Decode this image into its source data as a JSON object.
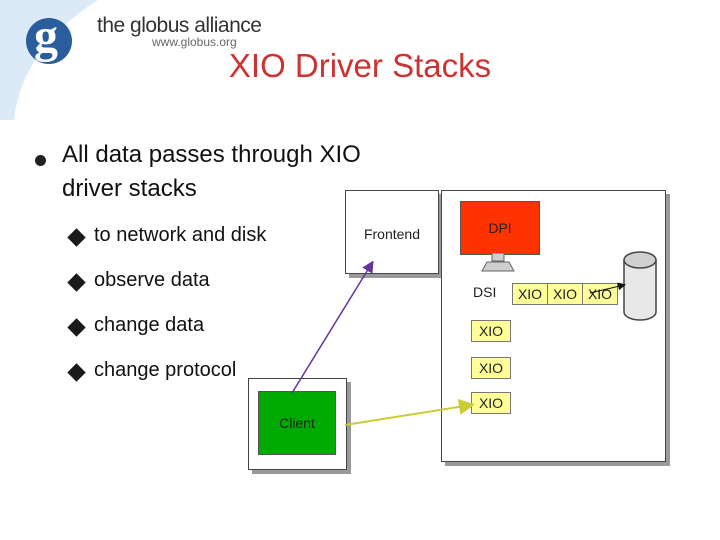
{
  "header": {
    "logo_letter": "g",
    "logo_title": "the globus alliance",
    "logo_url": "www.globus.org"
  },
  "slide": {
    "title": "XIO Driver Stacks",
    "main_bullet": "All data passes through XIO driver stacks",
    "sub_bullets": [
      "to network and disk",
      "observe data",
      "change data",
      "change protocol"
    ]
  },
  "diagram": {
    "frontend": "Frontend",
    "dpi": "DPI",
    "dsi": "DSI",
    "xio_disk": [
      "XIO",
      "XIO",
      "XIO"
    ],
    "xio_stack": [
      "XIO",
      "XIO",
      "XIO"
    ],
    "client": "Client"
  },
  "colors": {
    "title": "#cc3333",
    "dpi_fill": "#ff3300",
    "client_fill": "#00aa00",
    "xio_fill": "#ffff99",
    "client_arrow": "#cccc33",
    "frontend_arrow": "#663399",
    "logo": "#2a5d9c"
  },
  "icons": [
    "globus-logo-icon",
    "monitor-icon",
    "disk-icon",
    "arrow-icon"
  ]
}
